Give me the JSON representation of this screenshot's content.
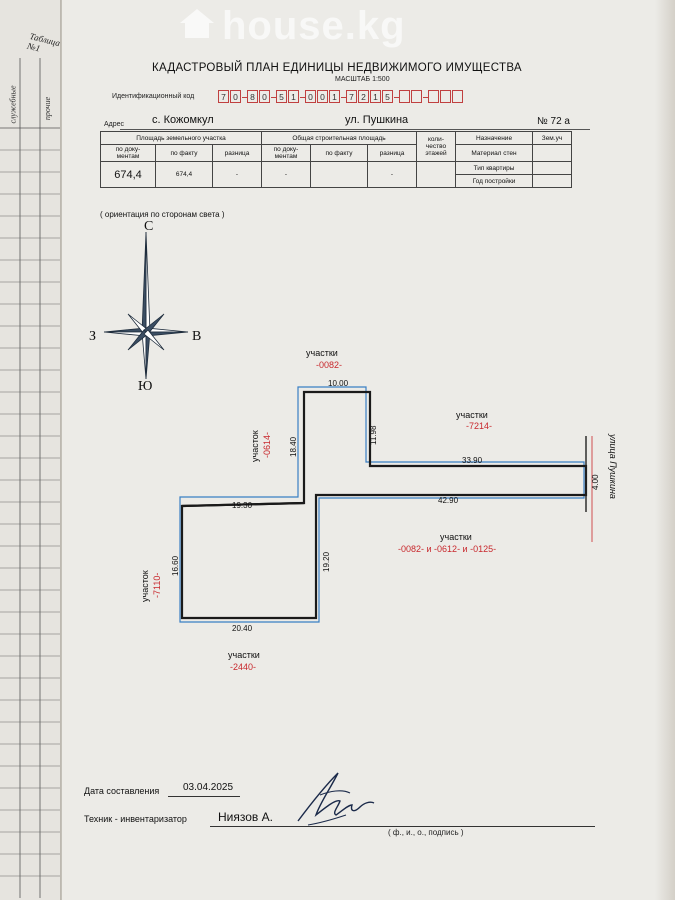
{
  "watermark": {
    "text": "house.kg"
  },
  "left_page": {
    "table_label": "Таблица №1",
    "col1": "служебные",
    "col2": "прочие"
  },
  "header": {
    "title": "КАДАСТРОВЫЙ ПЛАН ЕДИНИЦЫ НЕДВИЖИМОГО ИМУЩЕСТВА",
    "scale": "МАСШТАБ 1:500",
    "id_label": "Идентификационный код",
    "id_digits": [
      "7",
      "0",
      "8",
      "0",
      "5",
      "1",
      "0",
      "0",
      "1",
      "7",
      "2",
      "1",
      "5",
      "",
      "",
      "",
      "",
      ""
    ]
  },
  "address": {
    "label": "Адрес",
    "village": "с. Кожомкул",
    "street": "ул. Пушкина",
    "number": "№ 72 а"
  },
  "info_table": {
    "h_land": "Площадь земельного участка",
    "h_build": "Общая строительная площадь",
    "h_floors": "коли-\nчество\nэтажей",
    "h_purpose": "Назначение",
    "h_zem": "Зем.уч",
    "h_doc": "по доку-\nментам",
    "h_fact": "по факту",
    "h_diff": "разница",
    "h_walls": "Материал стен",
    "h_flat": "Тип квартиры",
    "h_year": "Год постройки",
    "land_doc": "674,4",
    "land_fact": "674,4",
    "land_diff": "-",
    "build_doc": "-",
    "build_diff": "-"
  },
  "compass": {
    "caption": "( ориентация по сторонам света )",
    "north": "С",
    "south": "Ю",
    "west": "З",
    "east": "В"
  },
  "plan": {
    "dims": [
      "10.00",
      "11.98",
      "33.90",
      "4.00",
      "42.90",
      "19.20",
      "20.40",
      "16.60",
      "19.30",
      "18.40"
    ],
    "neighbors": [
      {
        "label": "участки",
        "code": "-0082-"
      },
      {
        "label": "участки",
        "code": "-7214-"
      },
      {
        "label": "участок",
        "code": "-0614-"
      },
      {
        "label": "участки",
        "code": "-0082- и -0612- и -0125-"
      },
      {
        "label": "участок",
        "code": "-7110-"
      },
      {
        "label": "участки",
        "code": "-2440-"
      }
    ],
    "street_label": "улица Пушкина"
  },
  "signature": {
    "date_label": "Дата составления",
    "date": "03.04.2025",
    "tech_label": "Техник - инвентаризатор",
    "tech_name": "Ниязов А.",
    "hint": "( ф., и., о., подпись )"
  },
  "colors": {
    "code_red": "#c8282d",
    "border_blue": "#3a7fc4",
    "ink": "#111111"
  }
}
